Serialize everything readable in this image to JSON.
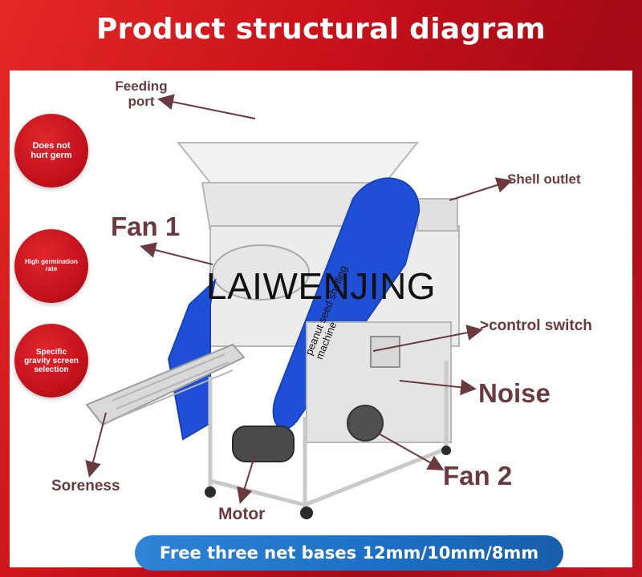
{
  "header": {
    "title": "Product structural diagram"
  },
  "features": [
    {
      "text": "Does not hurt germ"
    },
    {
      "text": "High germination rate"
    },
    {
      "text": "Specific gravity screen selection"
    }
  ],
  "labels": {
    "feeding_port": "Feeding port",
    "shell_outlet": "Shell outlet",
    "fan1": "Fan 1",
    "control_switch": ">control switch",
    "noise": "Noise",
    "soreness": "Soreness",
    "fan2": "Fan 2",
    "motor": "Motor"
  },
  "watermark": "LAIWENJING",
  "machine_text": "peanut seed shelling machine",
  "banner": "Free three net bases 12mm/10mm/8mm",
  "colors": {
    "brand_red": "#c8101a",
    "banner_blue": "#1c6fc4",
    "label_brown": "#6a3a3f",
    "machine_blue": "#1f4fd6"
  }
}
